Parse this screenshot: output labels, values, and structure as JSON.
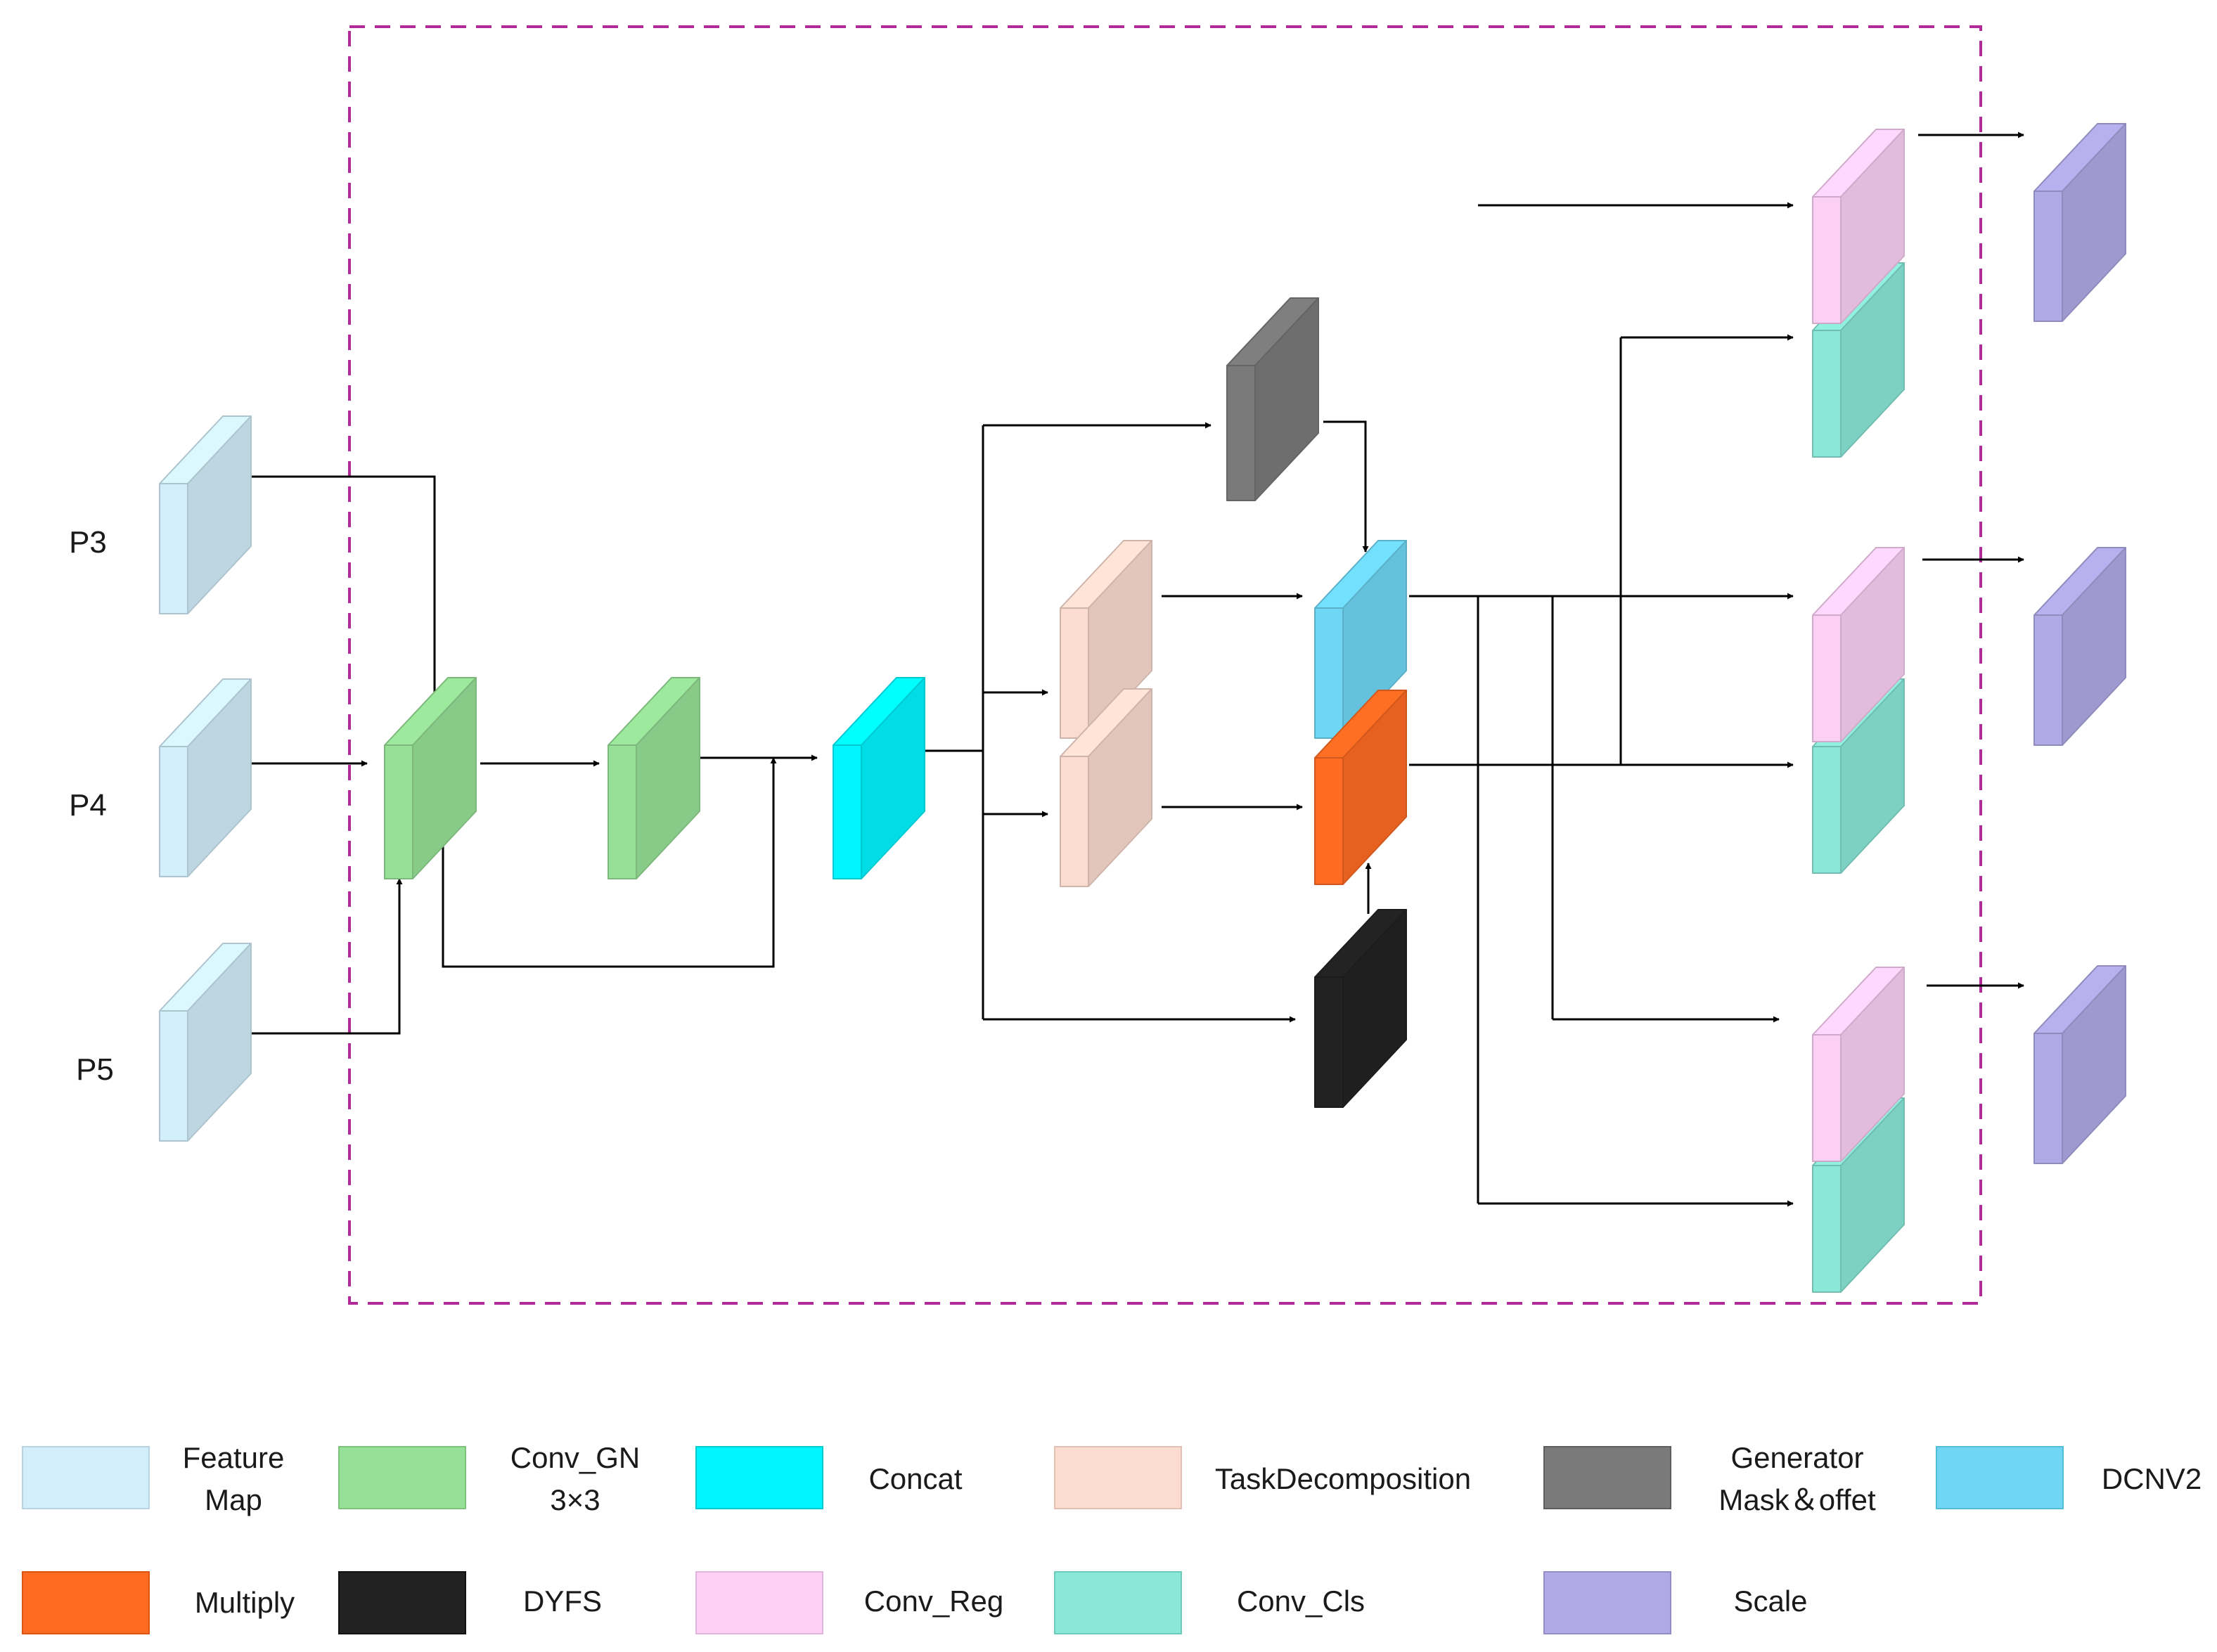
{
  "inputs": [
    "P3",
    "P4",
    "P5"
  ],
  "colors": {
    "feature_map": "#d3eefb",
    "conv_gn": "#97e097",
    "concat": "#00f5ff",
    "task_decomposition": "#fcdcd0",
    "generator": "#7a7a7a",
    "dcnv2": "#6fd7f4",
    "multiply": "#ff6b22",
    "dyfs": "#222222",
    "conv_reg": "#fcd0f5",
    "conv_cls": "#8ae8d8",
    "scale": "#b0aae6",
    "dashed_box": "#b02a9a"
  },
  "legend": {
    "feature_map": [
      "Feature",
      "Map"
    ],
    "conv_gn": [
      "Conv_GN",
      "3×3"
    ],
    "concat": "Concat",
    "task_decomposition": "TaskDecomposition",
    "generator": [
      "Generator",
      "Mask＆offet"
    ],
    "dcnv2": "DCNV2",
    "multiply": "Multiply",
    "dyfs": "DYFS",
    "conv_reg": "Conv_Reg",
    "conv_cls": "Conv_Cls",
    "scale": "Scale"
  }
}
